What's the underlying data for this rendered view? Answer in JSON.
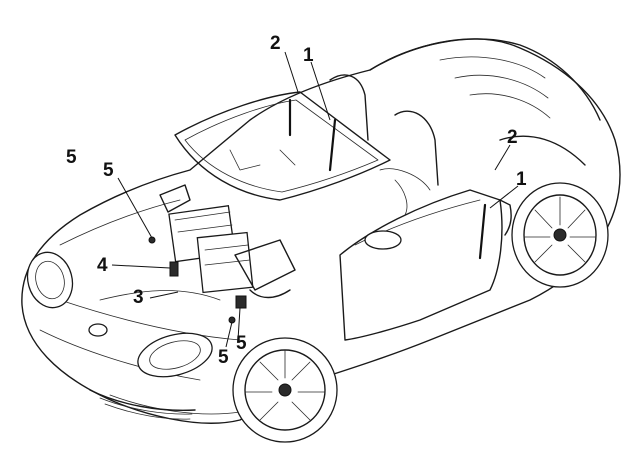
{
  "figure": {
    "subject": "convertible",
    "colors": {
      "line": "#1a1a1a",
      "background": "#ffffff",
      "highlight": "#2b2b2b"
    }
  },
  "callouts": [
    {
      "id": "top-2",
      "label": "2"
    },
    {
      "id": "top-1",
      "label": "1"
    },
    {
      "id": "right-2",
      "label": "2"
    },
    {
      "id": "right-1",
      "label": "1"
    },
    {
      "id": "left-5-a",
      "label": "5"
    },
    {
      "id": "left-5-b",
      "label": "5"
    },
    {
      "id": "left-4",
      "label": "4"
    },
    {
      "id": "left-3",
      "label": "3"
    },
    {
      "id": "bottom-5-a",
      "label": "5"
    },
    {
      "id": "bottom-5-b",
      "label": "5"
    }
  ]
}
